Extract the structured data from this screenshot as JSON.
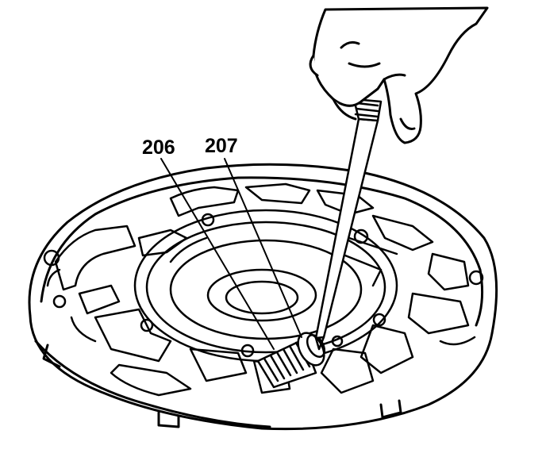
{
  "callouts": [
    {
      "id": "206",
      "label": "206"
    },
    {
      "id": "207",
      "label": "207"
    }
  ],
  "colors": {
    "line": "#000000",
    "background": "#ffffff"
  }
}
